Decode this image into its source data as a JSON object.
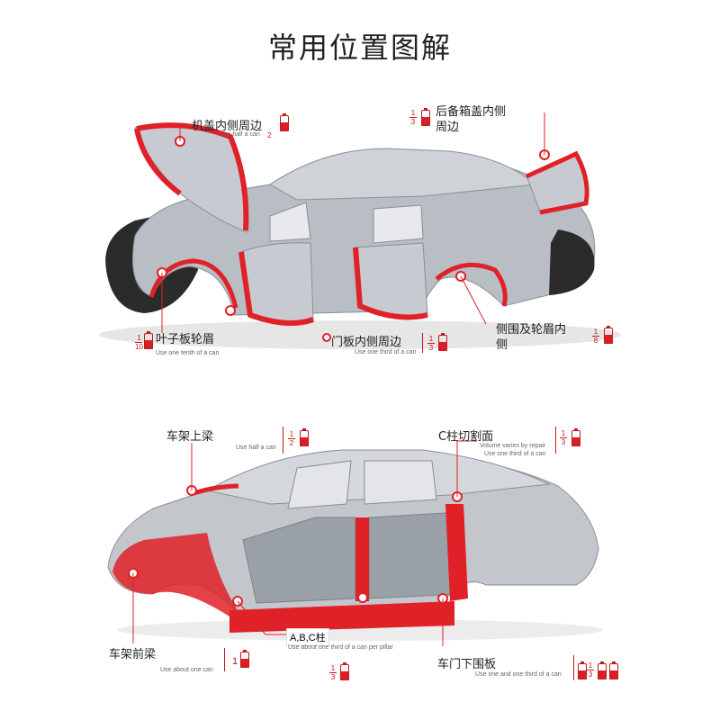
{
  "title": "常用位置图解",
  "top": {
    "hood": {
      "label": "机盖内侧周边",
      "sub": "Use half a can",
      "frac": "2"
    },
    "trunk": {
      "label1": "后备箱盖内侧",
      "label2": "周边",
      "frac_n": "1",
      "frac_d": "3"
    },
    "fender": {
      "label": "叶子板轮眉",
      "sub": "Use one tenth of a can",
      "frac_n": "1",
      "frac_d": "10"
    },
    "door": {
      "label": "门板内侧周边",
      "sub": "Use one third of a can",
      "frac_n": "1",
      "frac_d": "3"
    },
    "wheel": {
      "label1": "侧围及轮眉内",
      "label2": "侧",
      "frac_n": "1",
      "frac_d": "8"
    }
  },
  "bottom": {
    "rail": {
      "label": "车架上梁",
      "sub": "Use half a can",
      "frac_n": "1",
      "frac_d": "2"
    },
    "cpillar": {
      "label": "C柱切割面",
      "sub1": "Volume varies by repair",
      "sub2": "Use one third of a can",
      "frac_n": "1",
      "frac_d": "3"
    },
    "pillars": {
      "label": "A,B,C柱",
      "sub": "Use about one third of a can per pillar"
    },
    "front": {
      "label": "车架前梁",
      "sub": "Use about one can",
      "frac": "1"
    },
    "sill": {
      "label": "车门下围板",
      "sub": "Use one and one third of a can",
      "frac_n": "1",
      "frac_d": "3"
    },
    "center_frac": {
      "n": "1",
      "d": "3"
    }
  },
  "colors": {
    "seal": "#e02128",
    "body": "#b9bdc4",
    "bodyDark": "#8a8f97",
    "bumper": "#2b2b2b"
  }
}
